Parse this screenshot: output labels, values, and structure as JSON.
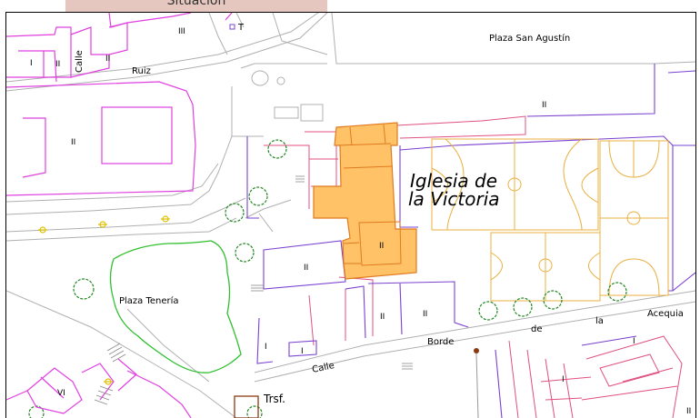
{
  "header": {
    "title": "Situación"
  },
  "map": {
    "labels": {
      "calle_left": "Calle",
      "ruiz": "Ruiz",
      "plaza_san_agustin": "Plaza San Agustín",
      "plaza_teneria": "Plaza Tenería",
      "iglesia_line1": "Iglesia de",
      "iglesia_line2": "la Victoria",
      "borde": "Borde",
      "de": "de",
      "la": "la",
      "acequia": "Acequia",
      "calle_bottom": "Calle",
      "trsf": "Trsf.",
      "t_marker": "T"
    },
    "floor_labels": {
      "l1": "I",
      "l2": "II",
      "l3": "II",
      "l4": "III",
      "l5": "II",
      "l6": "II",
      "l7": "II",
      "l8": "II",
      "l9": "II",
      "l10": "II",
      "l11": "I",
      "l12": "I",
      "l13": "VI",
      "l14": "I",
      "l15": "I",
      "l16": "II"
    },
    "colors": {
      "highlight_fill": "#ffc266",
      "highlight_stroke": "#e07a20",
      "parcel_magenta": "#e040e0",
      "parcel_pink": "#e05080",
      "parcel_purple": "#7a40d0",
      "sport_court": "#e8b040",
      "plaza_green": "#30c030",
      "tree": "#228822",
      "street_grey": "#b0b0b0"
    }
  }
}
